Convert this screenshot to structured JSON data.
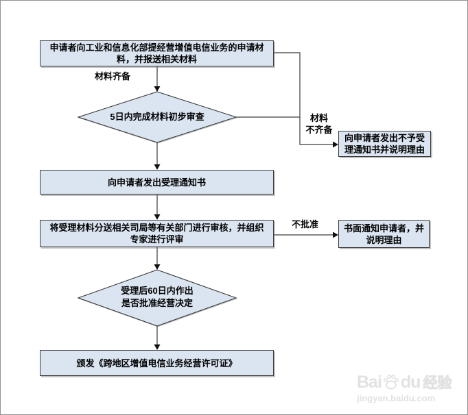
{
  "colors": {
    "node_fill": "#dbe5f1",
    "node_border": "#3a3a3a",
    "connector": "#3a3a3a",
    "arrowhead": "#111111",
    "canvas_border": "#909090",
    "watermark": "#e2e2e2"
  },
  "flowchart": {
    "nodes": {
      "submit": {
        "label": "申请者向工业和信息化部提经营增值电信业务的申请材料，并报送相关材料"
      },
      "initial_review": {
        "label": "5日内完成材料初步审查"
      },
      "reject_notice": {
        "label": "向申请者发出不予受理通知书并说明理由"
      },
      "accept_notice": {
        "label": "向申请者发出受理通知书"
      },
      "distribute_review": {
        "label": "将受理材料分送相关司局等有关部门进行审核，并组织专家进行评审"
      },
      "written_notice": {
        "label": "书面通知申请者，并说明理由"
      },
      "decision": {
        "line1": "受理后60日内作出",
        "line2": "是否批准经营决定"
      },
      "issue_license": {
        "label": "颁发《跨地区增值电信业务经营许可证》"
      }
    },
    "edge_labels": {
      "materials_ready": "材料齐备",
      "materials_incomplete_line1": "材料",
      "materials_incomplete_line2": "不齐备",
      "not_approved": "不批准"
    }
  },
  "watermark": {
    "logo_prefix": "Bai",
    "logo_suffix": "du",
    "logo_cn": "经验",
    "url": "jingyan.baidu.com"
  }
}
